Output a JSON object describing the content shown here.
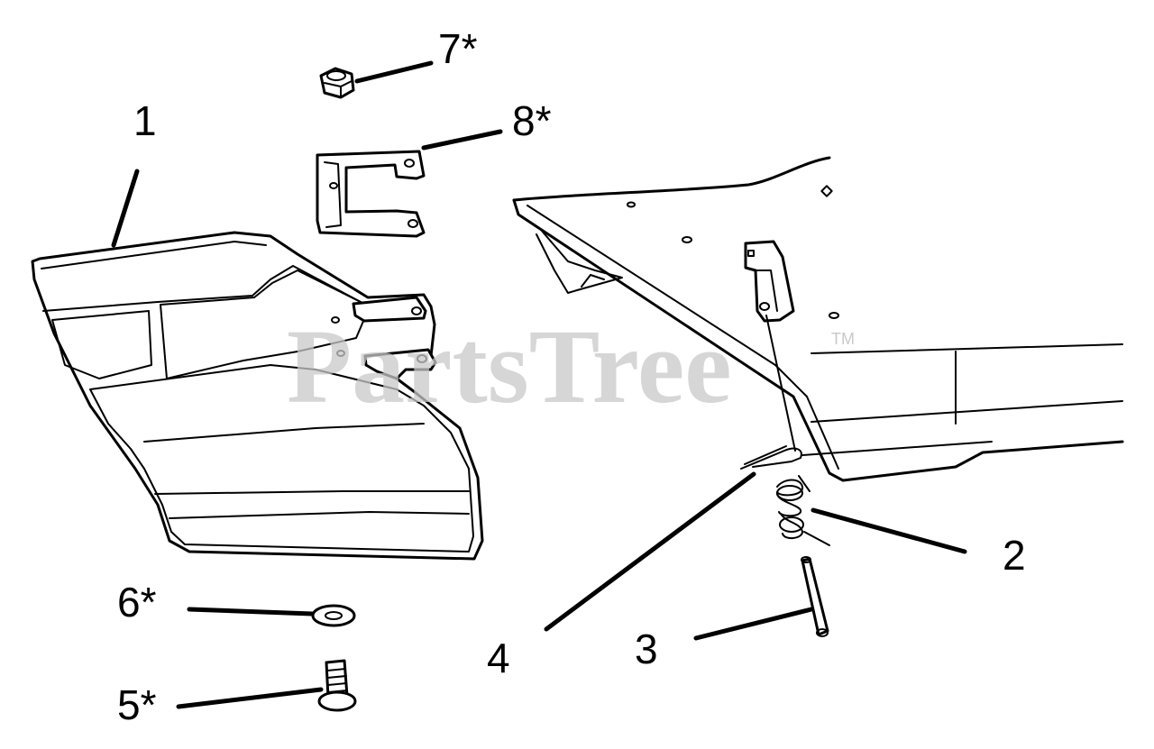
{
  "watermark": {
    "text": "PartsTree",
    "trademark": "TM"
  },
  "callouts": [
    {
      "id": "1",
      "label": "1"
    },
    {
      "id": "2",
      "label": "2"
    },
    {
      "id": "3",
      "label": "3"
    },
    {
      "id": "4",
      "label": "4"
    },
    {
      "id": "5",
      "label": "5*"
    },
    {
      "id": "6",
      "label": "6*"
    },
    {
      "id": "7",
      "label": "7*"
    },
    {
      "id": "8",
      "label": "8*"
    }
  ]
}
